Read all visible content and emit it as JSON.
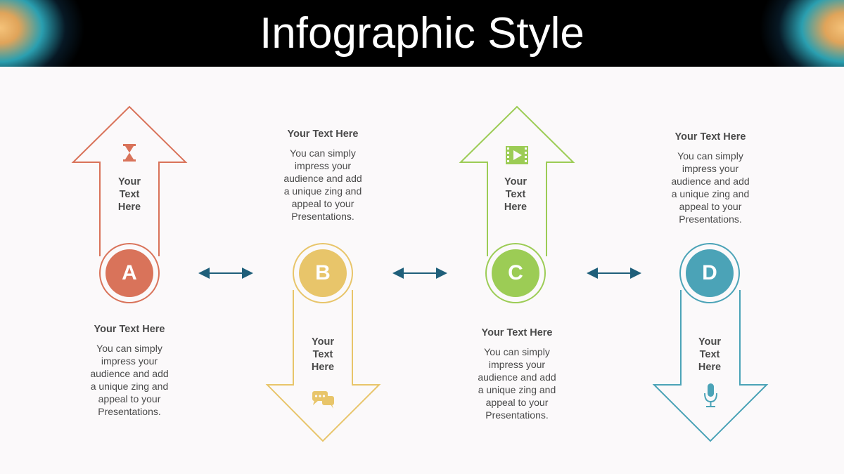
{
  "title": "Infographic Style",
  "colors": {
    "a": "#d9735a",
    "b": "#e8c56a",
    "c": "#9ccc55",
    "d": "#4ba3b7",
    "connector": "#1f5f7a"
  },
  "items": [
    {
      "letter": "A",
      "inner_line1": "Your",
      "inner_line2": "Text",
      "inner_line3": "Here",
      "heading": "Your Text  Here",
      "body": [
        "You can simply",
        "impress your",
        "audience and add",
        "a unique zing and",
        "appeal to your",
        "Presentations."
      ],
      "icon": "hourglass-icon"
    },
    {
      "letter": "B",
      "inner_line1": "Your",
      "inner_line2": "Text",
      "inner_line3": "Here",
      "heading": "Your Text  Here",
      "body": [
        "You can simply",
        "impress your",
        "audience and add",
        "a unique zing and",
        "appeal to your",
        "Presentations."
      ],
      "icon": "chat-bubbles-icon"
    },
    {
      "letter": "C",
      "inner_line1": "Your",
      "inner_line2": "Text",
      "inner_line3": "Here",
      "heading": "Your Text  Here",
      "body": [
        "You can simply",
        "impress your",
        "audience and add",
        "a unique zing and",
        "appeal to your",
        "Presentations."
      ],
      "icon": "video-icon"
    },
    {
      "letter": "D",
      "inner_line1": "Your",
      "inner_line2": "Text",
      "inner_line3": "Here",
      "heading": "Your Text  Here",
      "body": [
        "You can simply",
        "impress your",
        "audience and add",
        "a unique zing and",
        "appeal to your",
        "Presentations."
      ],
      "icon": "microphone-icon"
    }
  ]
}
